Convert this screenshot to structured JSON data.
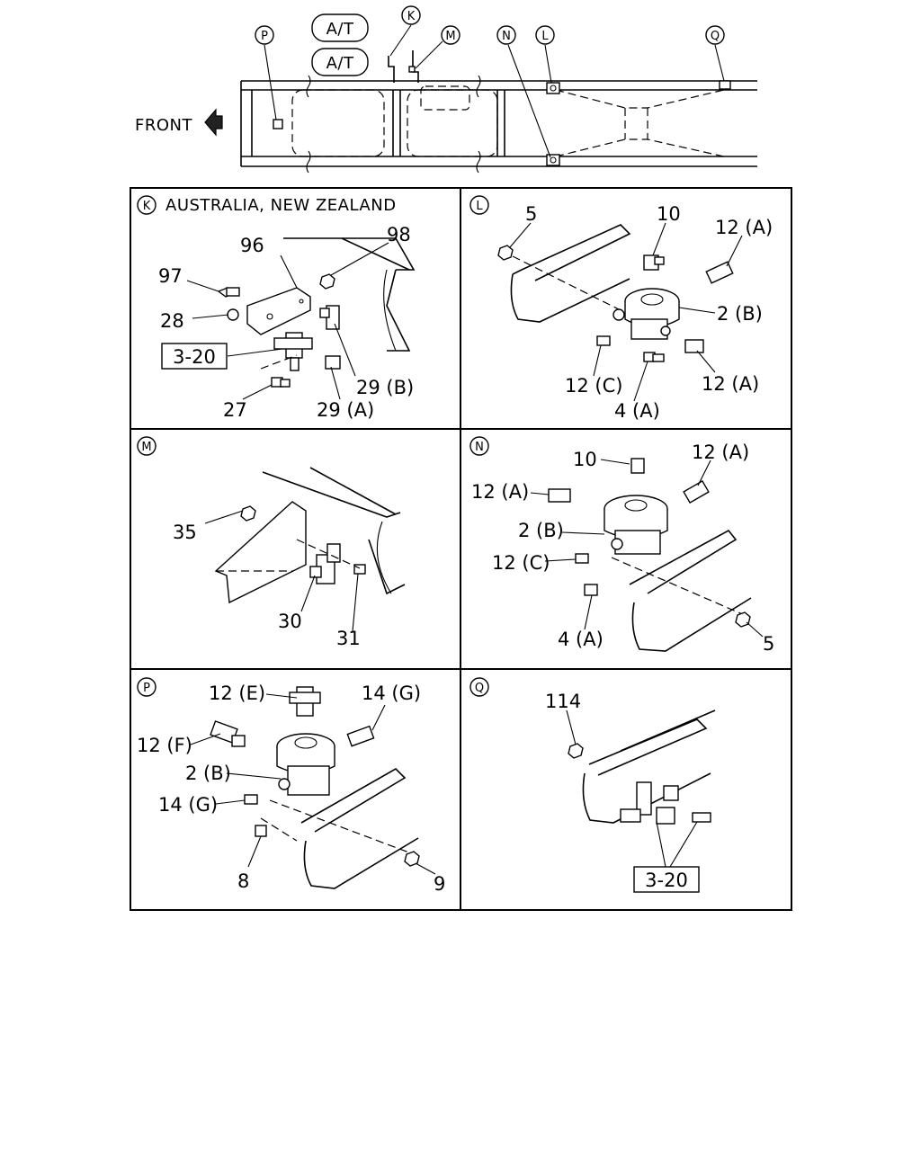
{
  "overview": {
    "front_label": "FRONT",
    "at_labels": [
      "A/T",
      "A/T"
    ],
    "callouts": [
      "P",
      "K",
      "M",
      "N",
      "L",
      "Q"
    ]
  },
  "panels": {
    "K": {
      "letter": "K",
      "title": "AUSTRALIA, NEW ZEALAND",
      "labels": [
        "98",
        "96",
        "97",
        "28",
        "29 (B)",
        "27",
        "29 (A)"
      ],
      "ref_box": "3-20"
    },
    "L": {
      "letter": "L",
      "labels": [
        "5",
        "10",
        "12 (A)",
        "2 (B)",
        "12 (C)",
        "12 (A)",
        "4 (A)"
      ]
    },
    "M": {
      "letter": "M",
      "labels": [
        "35",
        "30",
        "31"
      ]
    },
    "N": {
      "letter": "N",
      "labels": [
        "10",
        "12 (A)",
        "12 (A)",
        "2 (B)",
        "12 (C)",
        "4 (A)",
        "5"
      ]
    },
    "P": {
      "letter": "P",
      "labels": [
        "12 (E)",
        "14 (G)",
        "12 (F)",
        "2 (B)",
        "14 (G)",
        "8",
        "9"
      ]
    },
    "Q": {
      "letter": "Q",
      "labels": [
        "114"
      ],
      "ref_box": "3-20"
    }
  }
}
